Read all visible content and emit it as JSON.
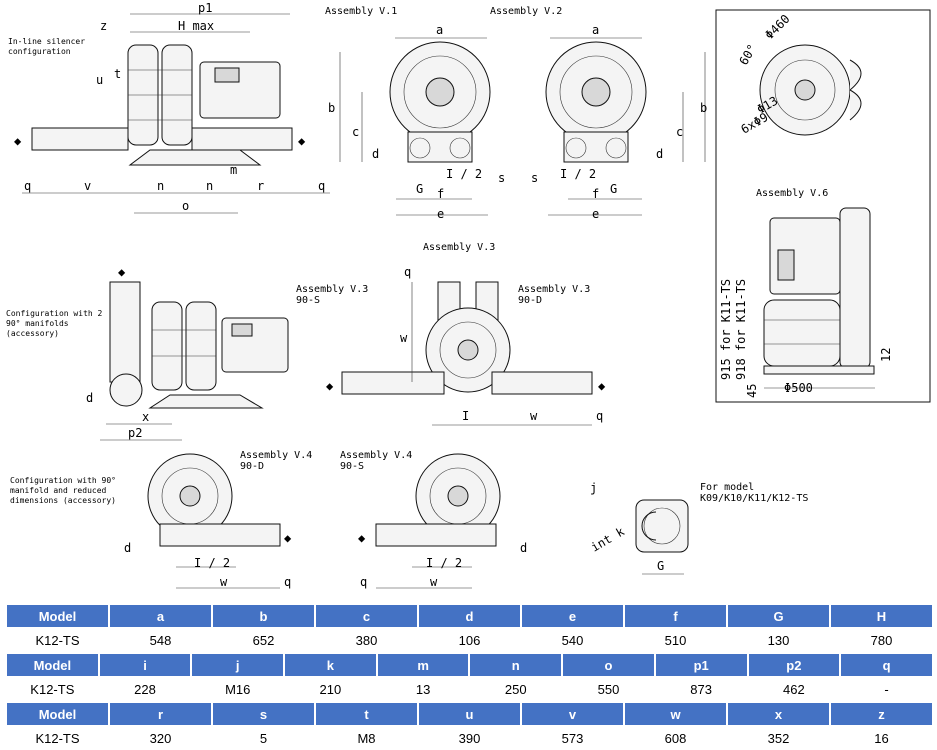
{
  "drawings": {
    "inline_silencer": {
      "title": [
        "In-line silencer",
        "configuration"
      ],
      "dims": [
        "p1",
        "z",
        "H max",
        "u",
        "t",
        "q",
        "v",
        "n",
        "n",
        "m",
        "r",
        "q",
        "o"
      ]
    },
    "assembly_v1": {
      "title": "Assembly V.1",
      "dims": [
        "a",
        "b",
        "c",
        "d",
        "G",
        "I / 2",
        "s",
        "f",
        "e"
      ]
    },
    "assembly_v2": {
      "title": "Assembly V.2",
      "dims": [
        "a",
        "b",
        "c",
        "d",
        "s",
        "I / 2",
        "G",
        "f",
        "e"
      ]
    },
    "top_view": {
      "dims": [
        "Φ460",
        "60°",
        "Φ13",
        "6xΦ9"
      ]
    },
    "assembly_v6": {
      "title": "Assembly V.6",
      "dims": [
        "915 for K11-TS",
        "918 for K11-TS",
        "12",
        "45",
        "Φ500"
      ]
    },
    "manifolds_2": {
      "title": [
        "Configuration with 2",
        "90° manifolds",
        "(accessory)"
      ],
      "dims": [
        "d",
        "x",
        "p2"
      ]
    },
    "assembly_v3": {
      "title": "Assembly V.3",
      "left_label": [
        "Assembly V.3",
        "90-S"
      ],
      "right_label": [
        "Assembly V.3",
        "90-D"
      ],
      "dims": [
        "q",
        "w",
        "I",
        "w",
        "q"
      ]
    },
    "manifold_90": {
      "title": [
        "Configuration with 90°",
        "manifold and reduced",
        "dimensions (accessory)"
      ]
    },
    "assembly_v4_d": {
      "label": [
        "Assembly V.4",
        "90-D"
      ],
      "dims": [
        "d",
        "I / 2",
        "w",
        "q"
      ]
    },
    "assembly_v4_s": {
      "label": [
        "Assembly V.4",
        "90-S"
      ],
      "dims": [
        "q",
        "I / 2",
        "w",
        "d"
      ]
    },
    "port_detail": {
      "label": [
        "For model",
        "K09/K10/K11/K12-TS"
      ],
      "dims": [
        "j",
        "int k",
        "G"
      ]
    }
  },
  "tables": [
    {
      "header": [
        "Model",
        "a",
        "b",
        "c",
        "d",
        "e",
        "f",
        "G",
        "H"
      ],
      "row": [
        "K12-TS",
        "548",
        "652",
        "380",
        "106",
        "540",
        "510",
        "130",
        "780"
      ]
    },
    {
      "header": [
        "Model",
        "i",
        "j",
        "k",
        "m",
        "n",
        "o",
        "p1",
        "p2",
        "q"
      ],
      "row": [
        "K12-TS",
        "228",
        "M16",
        "210",
        "13",
        "250",
        "550",
        "873",
        "462",
        "-"
      ]
    },
    {
      "header": [
        "Model",
        "r",
        "s",
        "t",
        "u",
        "v",
        "w",
        "x",
        "z"
      ],
      "row": [
        "K12-TS",
        "320",
        "5",
        "M8",
        "390",
        "573",
        "608",
        "352",
        "16"
      ]
    }
  ]
}
